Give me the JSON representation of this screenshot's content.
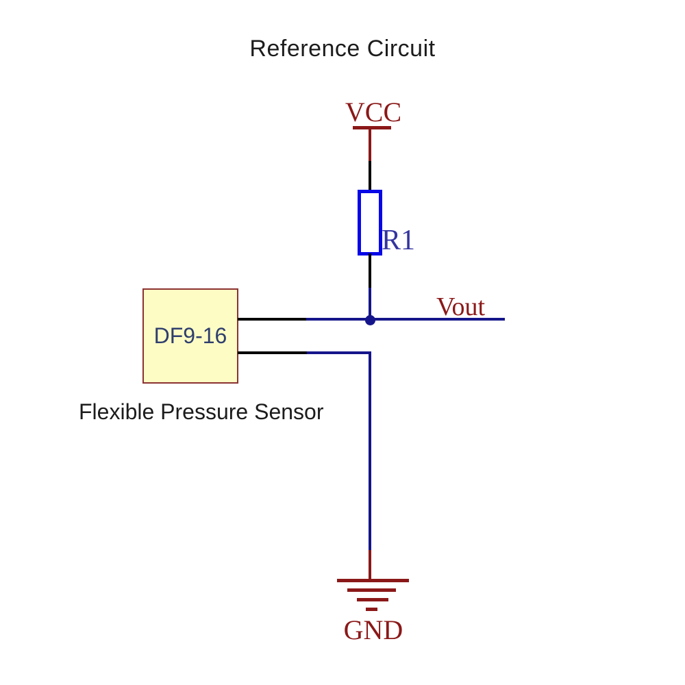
{
  "title": "Reference Circuit",
  "circuit": {
    "power_label": "VCC",
    "ground_label": "GND",
    "output_label": "Vout",
    "resistor": {
      "ref": "R1"
    },
    "sensor": {
      "ref": "DF9-16",
      "caption": "Flexible Pressure Sensor"
    }
  },
  "colors": {
    "bg": "#ffffff",
    "text_black": "#1c1c1c",
    "dark_red": "#8b1818",
    "wire_black": "#000000",
    "wire_navy": "#15158b",
    "resistor_blue": "#0707e8",
    "r1_blue": "#3434a0",
    "sensor_fill": "#fcfcc4",
    "sensor_border": "#8b3232",
    "sensor_text": "#2f3e6e"
  }
}
